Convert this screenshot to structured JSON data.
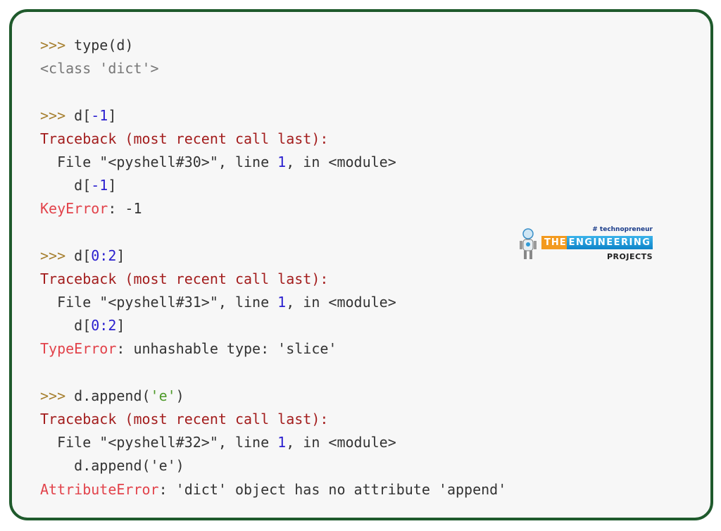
{
  "colors": {
    "prompt": "#a67f2e",
    "default": "#333333",
    "output": "#777777",
    "traceback": "#a31d1d",
    "number": "#2a1fcf",
    "error": "#e2434b",
    "string": "#4e9a2a",
    "border": "#1f5a2c"
  },
  "lines": [
    [
      {
        "t": ">>> ",
        "c": "prompt"
      },
      {
        "t": "type(d)",
        "c": "default"
      }
    ],
    [
      {
        "t": "<class 'dict'>",
        "c": "output"
      }
    ],
    [],
    [
      {
        "t": ">>> ",
        "c": "prompt"
      },
      {
        "t": "d[",
        "c": "default"
      },
      {
        "t": "-1",
        "c": "number"
      },
      {
        "t": "]",
        "c": "default"
      }
    ],
    [
      {
        "t": "Traceback (most recent call last):",
        "c": "traceback"
      }
    ],
    [
      {
        "t": "  File \"<pyshell#30>\", line ",
        "c": "default"
      },
      {
        "t": "1",
        "c": "number"
      },
      {
        "t": ", in <module>",
        "c": "default"
      }
    ],
    [
      {
        "t": "    d[",
        "c": "default"
      },
      {
        "t": "-1",
        "c": "number"
      },
      {
        "t": "]",
        "c": "default"
      }
    ],
    [
      {
        "t": "KeyError",
        "c": "error"
      },
      {
        "t": ": -1",
        "c": "default"
      }
    ],
    [],
    [
      {
        "t": ">>> ",
        "c": "prompt"
      },
      {
        "t": "d[",
        "c": "default"
      },
      {
        "t": "0:2",
        "c": "number"
      },
      {
        "t": "]",
        "c": "default"
      }
    ],
    [
      {
        "t": "Traceback (most recent call last):",
        "c": "traceback"
      }
    ],
    [
      {
        "t": "  File \"<pyshell#31>\", line ",
        "c": "default"
      },
      {
        "t": "1",
        "c": "number"
      },
      {
        "t": ", in <module>",
        "c": "default"
      }
    ],
    [
      {
        "t": "    d[",
        "c": "default"
      },
      {
        "t": "0:2",
        "c": "number"
      },
      {
        "t": "]",
        "c": "default"
      }
    ],
    [
      {
        "t": "TypeError",
        "c": "error"
      },
      {
        "t": ": unhashable type: 'slice'",
        "c": "default"
      }
    ],
    [],
    [
      {
        "t": ">>> ",
        "c": "prompt"
      },
      {
        "t": "d.append(",
        "c": "default"
      },
      {
        "t": "'e'",
        "c": "string"
      },
      {
        "t": ")",
        "c": "default"
      }
    ],
    [
      {
        "t": "Traceback (most recent call last):",
        "c": "traceback"
      }
    ],
    [
      {
        "t": "  File \"<pyshell#32>\", line ",
        "c": "default"
      },
      {
        "t": "1",
        "c": "number"
      },
      {
        "t": ", in <module>",
        "c": "default"
      }
    ],
    [
      {
        "t": "    d.append('e')",
        "c": "default"
      }
    ],
    [
      {
        "t": "AttributeError",
        "c": "error"
      },
      {
        "t": ": 'dict' object has no attribute 'append'",
        "c": "default"
      }
    ]
  ],
  "logo": {
    "tag": "# technopreneur",
    "the": "THE",
    "engineering": "ENGINEERING",
    "projects": "PROJECTS"
  }
}
